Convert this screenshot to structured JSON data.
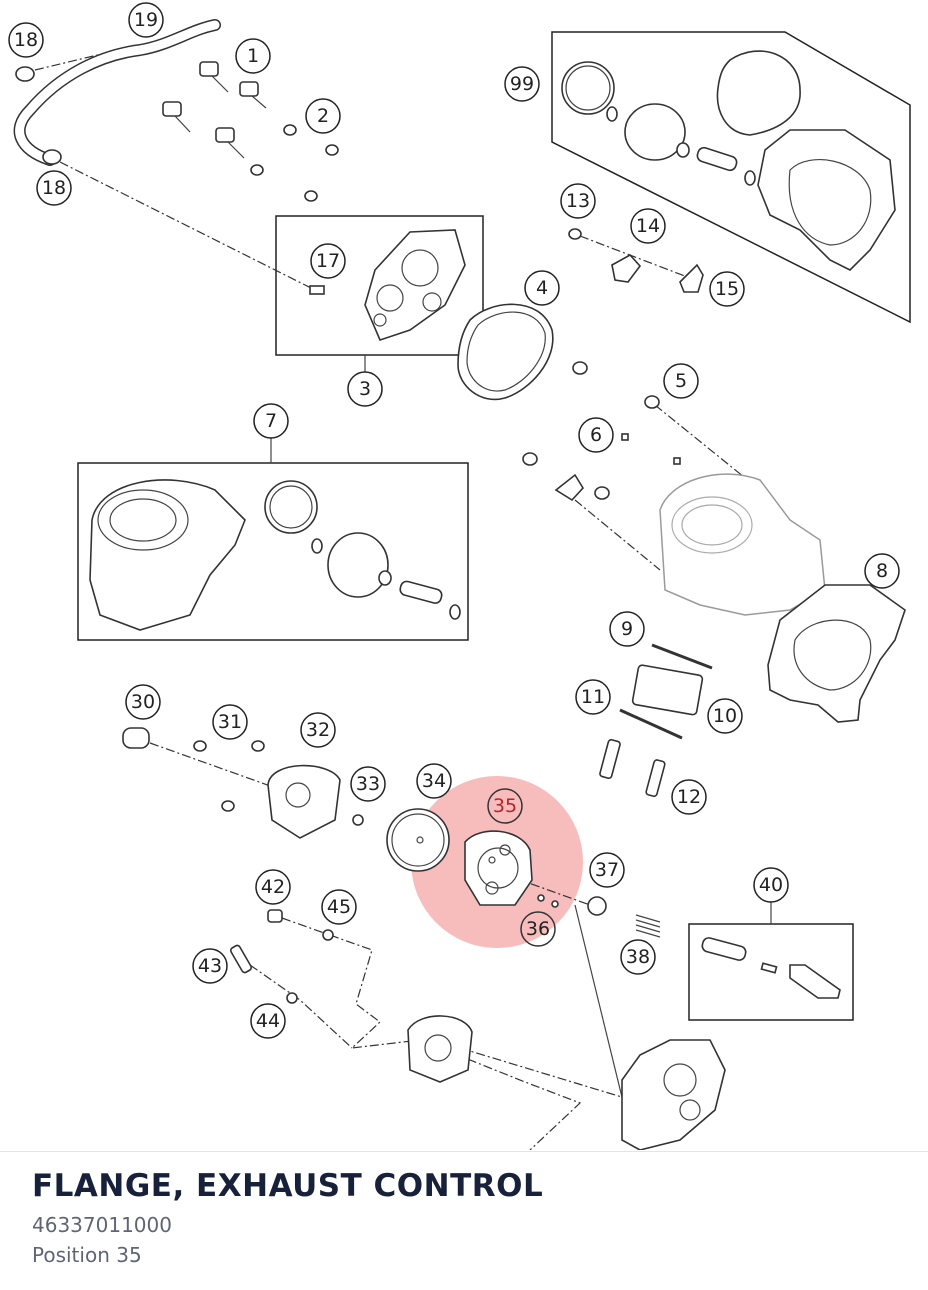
{
  "part": {
    "title": "FLANGE, EXHAUST CONTROL",
    "number": "46337011000",
    "position_text": "Position 35"
  },
  "highlight": {
    "position": "35",
    "color": "#f08585"
  },
  "labels": {
    "l1": "1",
    "l2": "2",
    "l3": "3",
    "l4": "4",
    "l5": "5",
    "l6": "6",
    "l7": "7",
    "l8": "8",
    "l9": "9",
    "l10": "10",
    "l11": "11",
    "l12": "12",
    "l13": "13",
    "l14": "14",
    "l15": "15",
    "l17": "17",
    "l18a": "18",
    "l18b": "18",
    "l19": "19",
    "l30": "30",
    "l31": "31",
    "l32": "32",
    "l33": "33",
    "l34": "34",
    "l35": "35",
    "l36": "36",
    "l37": "37",
    "l38": "38",
    "l40": "40",
    "l42": "42",
    "l43": "43",
    "l44": "44",
    "l45": "45",
    "l99": "99"
  }
}
